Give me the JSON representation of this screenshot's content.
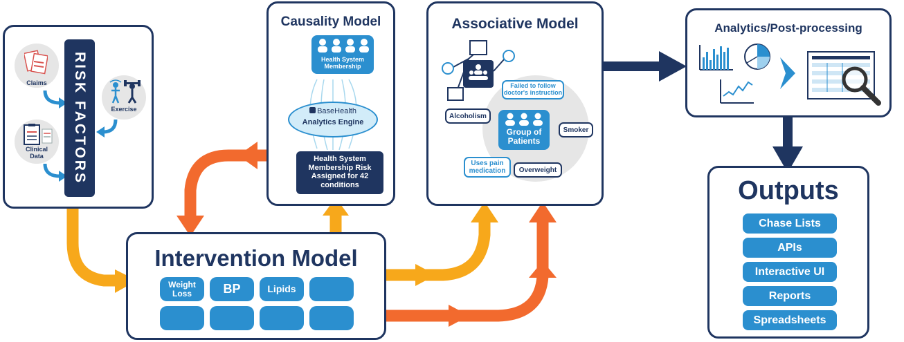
{
  "risk_factors": {
    "title": "RISK FACTORS",
    "claims": "Claims",
    "exercise": "Exercise",
    "clinical_data": "Clinical\nData"
  },
  "causality": {
    "title": "Causality Model",
    "membership": "Health System Membership",
    "engine_brand": "BaseHealth",
    "engine": "Analytics Engine",
    "risk": "Health System Membership Risk Assigned for 42 conditions"
  },
  "associative": {
    "title": "Associative Model",
    "group": "Group of Patients",
    "tags": {
      "failed": "Failed to follow doctor's instruction",
      "alcoholism": "Alcoholism",
      "smoker": "Smoker",
      "pain": "Uses pain medication",
      "overweight": "Overweight"
    }
  },
  "intervention": {
    "title": "Intervention Model",
    "items": [
      "Weight Loss",
      "BP",
      "Lipids",
      "",
      "",
      "",
      "",
      ""
    ]
  },
  "analytics": {
    "title": "Analytics/Post-processing"
  },
  "outputs": {
    "title": "Outputs",
    "items": [
      "Chase Lists",
      "APIs",
      "Interactive UI",
      "Reports",
      "Spreadsheets"
    ]
  },
  "colors": {
    "navy": "#1f3560",
    "blue": "#2b8fcf",
    "orange": "#f26a2e",
    "yellow": "#f7a81b"
  }
}
